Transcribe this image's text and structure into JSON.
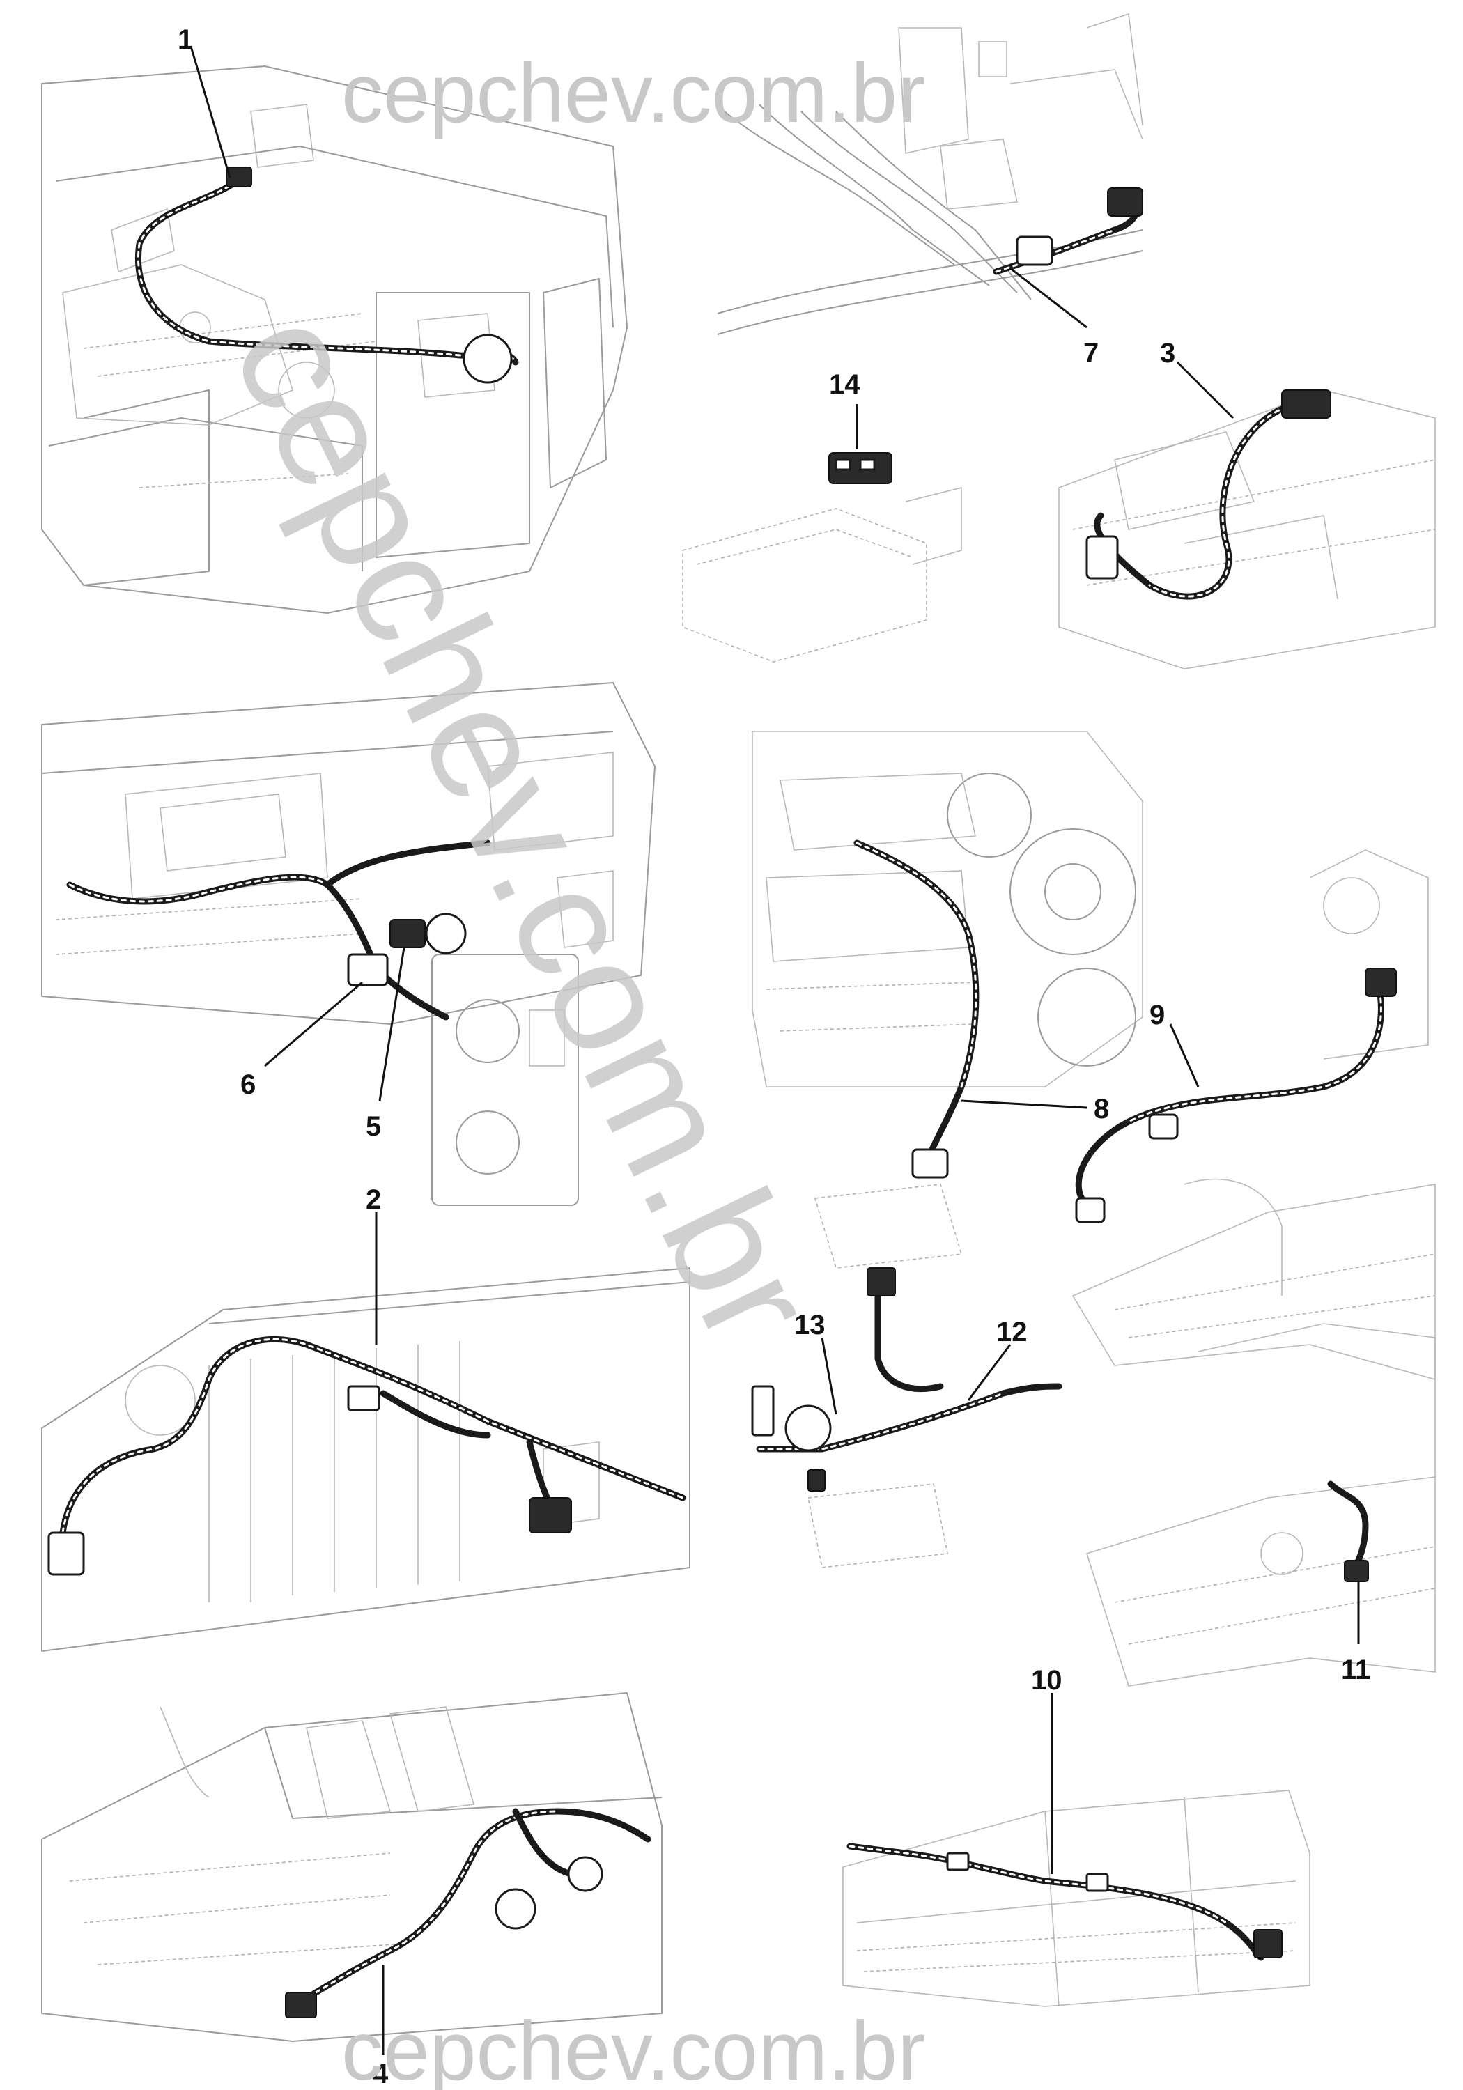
{
  "watermark": {
    "top": "cepchev.com.br",
    "bottom": "cepchev.com.br",
    "diagonal": "cepchev.com.br",
    "color": "#c8c8c8"
  },
  "callouts": {
    "c1": "1",
    "c2": "2",
    "c3": "3",
    "c4": "4",
    "c5": "5",
    "c6": "6",
    "c7": "7",
    "c8": "8",
    "c9": "9",
    "c10": "10",
    "c11": "11",
    "c12": "12",
    "c13": "13",
    "c14": "14"
  },
  "colors": {
    "harness": "#1a1a1a",
    "sketch": "#9a9a9a",
    "background": "#ffffff"
  }
}
